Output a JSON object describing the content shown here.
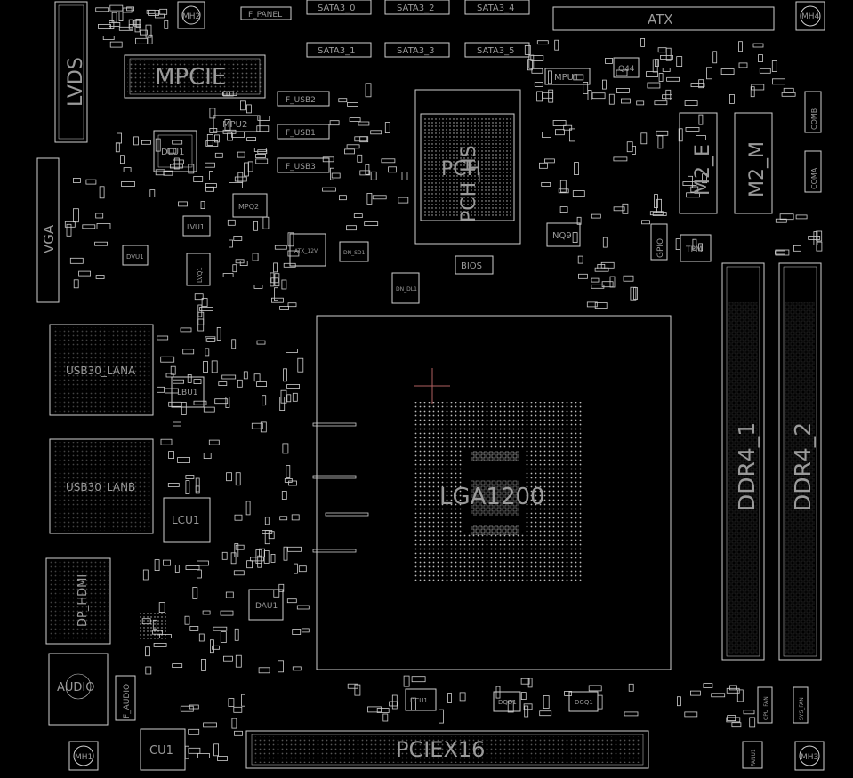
{
  "colors": {
    "background": "#000000",
    "outline": "#cfcfcf",
    "label": "#9a9a9a",
    "cursor": "#b06060",
    "via": "#3fae3f"
  },
  "labels": {
    "lvds": "LVDS",
    "mpcie": "MPCIE",
    "vga": "VGA",
    "usb30_lana": "USB30_LANA",
    "usb30_lanb": "USB30_LANB",
    "dp_hdmi": "DP_HDMI",
    "audio": "AUDIO",
    "f_audio": "F_AUDIO",
    "mh1": "MH1",
    "mh2": "MH2",
    "mh3": "MH3",
    "mh4": "MH4",
    "cu1": "CU1",
    "dlu1": "DLU1",
    "mpu2": "MPU2",
    "mpq2": "MPQ2",
    "lvu1": "LVU1",
    "lvq1": "LVQ1",
    "dvu1": "DVU1",
    "lbu1": "LBU1",
    "lcu1": "LCU1",
    "dau1": "DAU1",
    "f_panel": "F_PANEL",
    "f_usb2": "F_USB2",
    "f_usb1": "F_USB1",
    "f_usb3": "F_USB3",
    "sata3_0": "SATA3_0",
    "sata3_1": "SATA3_1",
    "sata3_2": "SATA3_2",
    "sata3_3": "SATA3_3",
    "sata3_4": "SATA3_4",
    "sata3_5": "SATA3_5",
    "atx": "ATX",
    "atx_12v": "ATX_12V",
    "pch": "PCH",
    "pch_hs": "PCH_HS",
    "bios": "BIOS",
    "mpu1": "MPU1",
    "q44": "Q44",
    "nq9": "NQ9",
    "gpio": "GPIO",
    "tpm": "TPM",
    "m2_e": "M2_E",
    "m2_m": "M2_M",
    "comb": "COMB",
    "coma": "COMA",
    "ddr4_1": "DDR4_1",
    "ddr4_2": "DDR4_2",
    "lga1200": "LGA1200",
    "pciex16": "PCIEX16",
    "dcu1": "DCU1",
    "dqq1": "DQQ1",
    "dgq1": "DGQ1",
    "cpu_fan": "CPU_FAN",
    "sys_fan": "SYS_FAN",
    "fanu1": "FANU1",
    "dn_dl1": "DN_DL1",
    "dn_sd1": "DN_SD1"
  }
}
